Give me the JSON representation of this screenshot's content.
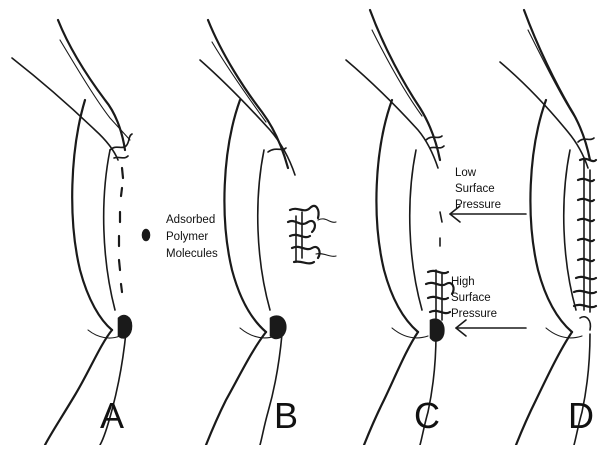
{
  "panels": [
    {
      "id": "A",
      "label": "A"
    },
    {
      "id": "B",
      "label": "B"
    },
    {
      "id": "C",
      "label": "C"
    },
    {
      "id": "D",
      "label": "D"
    }
  ],
  "annotations": {
    "adsorbed_polymer": [
      "Adsorbed",
      "Polymer",
      "Molecules"
    ],
    "low_pressure": [
      "Low",
      "Surface",
      "Pressure"
    ],
    "high_pressure": [
      "High",
      "Surface",
      "Pressure"
    ]
  }
}
